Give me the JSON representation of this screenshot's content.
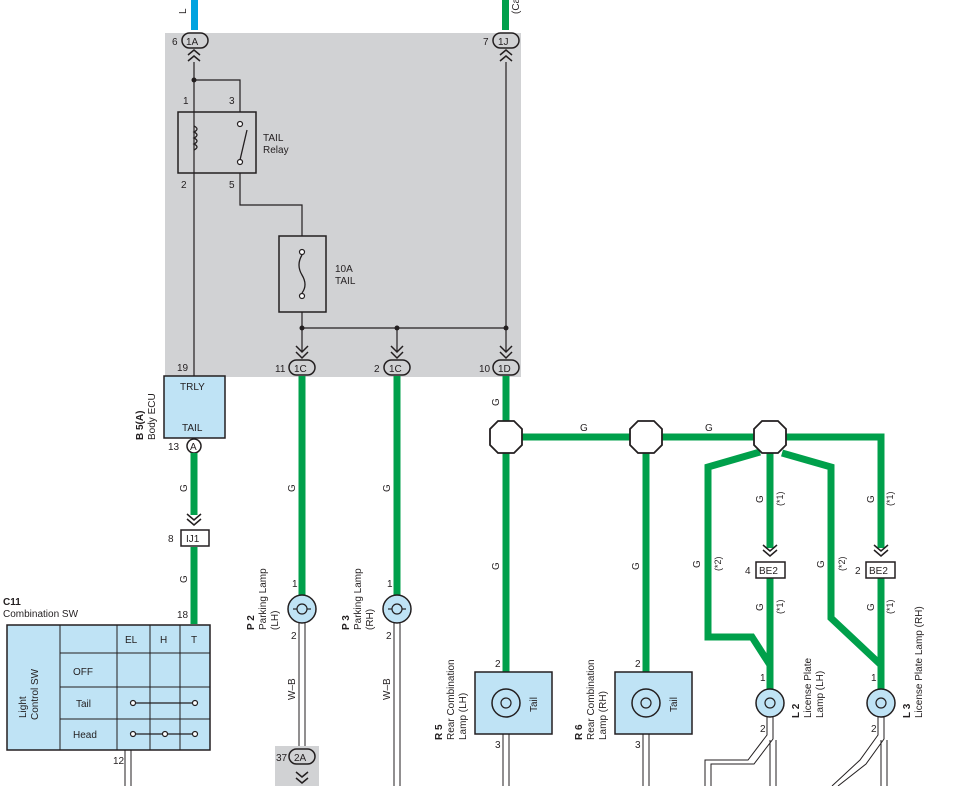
{
  "colors": {
    "wire_green": "#00a04b",
    "wire_blue": "#00a3e0",
    "box_fill": "#bfe3f5",
    "junction_fill": "#d1d2d4",
    "line": "#231f20"
  },
  "top": {
    "left_wire_label": "L",
    "right_wire_label": "(Ca",
    "conn_1A": "1A",
    "pin_1A": "6",
    "conn_1J": "1J",
    "pin_1J": "7"
  },
  "relay": {
    "name": "TAIL",
    "name2": "Relay",
    "pin1": "1",
    "pin2": "2",
    "pin3": "3",
    "pin5": "5"
  },
  "fuse": {
    "rating": "10A",
    "name": "TAIL"
  },
  "junction_bottom": {
    "conn_1C_a": "1C",
    "pin_1C_a": "11",
    "conn_1C_b": "1C",
    "pin_1C_b": "2",
    "conn_1D": "1D",
    "pin_1D": "10"
  },
  "ecu": {
    "code": "B 5(A)",
    "name": "Body ECU",
    "top_label": "TRLY",
    "bottom_label": "TAIL",
    "pin_top": "19",
    "conn": "A",
    "pin_bottom": "13"
  },
  "ij1": {
    "conn": "IJ1",
    "pin": "8"
  },
  "switch": {
    "code": "C11",
    "name": "Combination SW",
    "side_label_1": "Light",
    "side_label_2": "Control SW",
    "columns": [
      "EL",
      "H",
      "T"
    ],
    "rows": [
      "OFF",
      "Tail",
      "Head"
    ],
    "pin_top": "18",
    "pin_bottom": "12"
  },
  "wire_colors": {
    "g": "G",
    "wb": "W–B",
    "note1": "(*1)",
    "note2": "(*2)"
  },
  "parking_lh": {
    "code": "P 2",
    "name": "Parking Lamp",
    "side": "(LH)",
    "pin1": "1",
    "pin2": "2"
  },
  "parking_rh": {
    "code": "P 3",
    "name": "Parking Lamp",
    "side": "(RH)",
    "pin1": "1",
    "pin2": "2"
  },
  "conn_2A": {
    "conn": "2A",
    "pin": "37"
  },
  "rear_lh": {
    "code": "R 5",
    "name": "Rear Combination",
    "side": "Lamp (LH)",
    "inner": "Tail",
    "pin_top": "2",
    "pin_bottom": "3"
  },
  "rear_rh": {
    "code": "R 6",
    "name": "Rear Combination",
    "side": "Lamp (RH)",
    "inner": "Tail",
    "pin_top": "2",
    "pin_bottom": "3"
  },
  "be2_left": {
    "conn": "BE2",
    "pin": "4"
  },
  "be2_right": {
    "conn": "BE2",
    "pin": "2"
  },
  "plate_lh": {
    "code": "L 2",
    "name": "License Plate",
    "side": "Lamp (LH)",
    "pin1": "1",
    "pin2": "2"
  },
  "plate_rh": {
    "code": "L 3",
    "name": "License Plate Lamp (RH)",
    "pin1": "1",
    "pin2": "2"
  }
}
